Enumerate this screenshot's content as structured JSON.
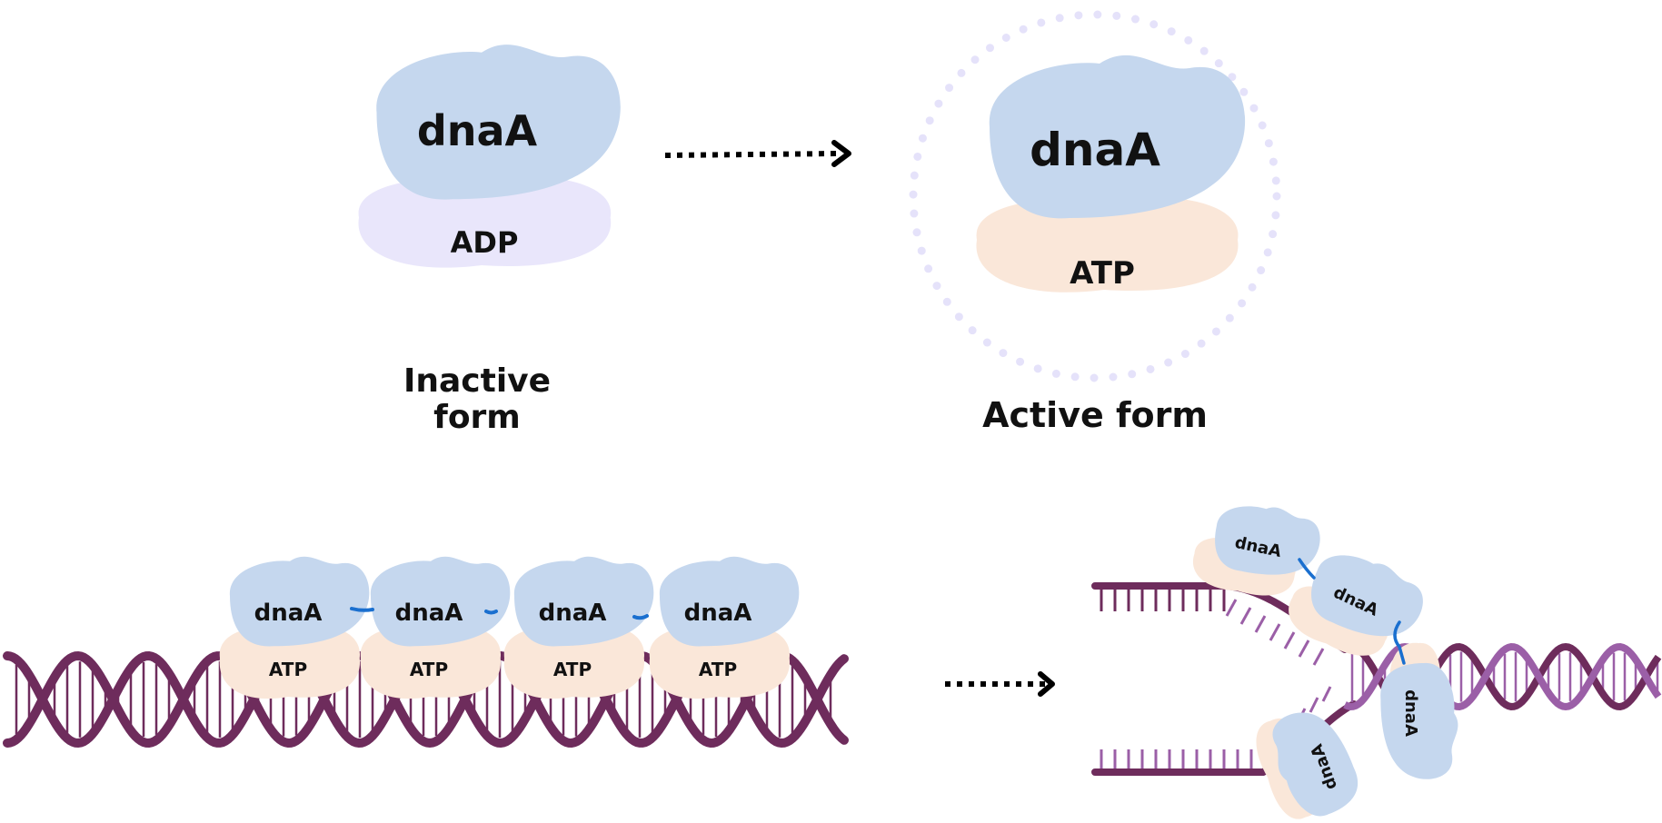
{
  "protein_label": "dnaA",
  "adp_label": "ADP",
  "atp_label": "ATP",
  "inactive_caption": "Inactive\nform",
  "active_caption": "Active form",
  "colors": {
    "protein": "#c5d7ee",
    "adp": "#e9e6fb",
    "atp": "#fae7d9",
    "dna": "#6e2c5c",
    "dna_light": "#9b5fa7",
    "bond": "#1a6fcf",
    "halo": "#e5e2fa",
    "arrow": "#000000"
  },
  "icons": [
    "dotted-arrow-icon",
    "dna-helix-icon",
    "replication-fork-icon"
  ]
}
